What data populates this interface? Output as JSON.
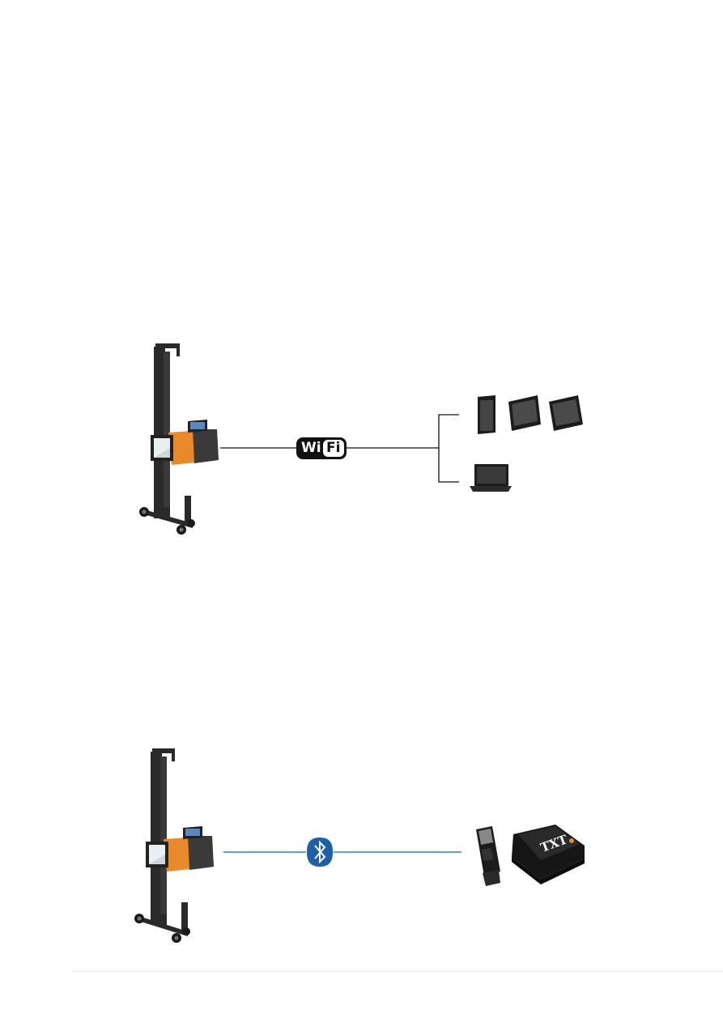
{
  "diagram": {
    "wifi_section": {
      "link_label_left": "Wi",
      "link_label_right": "Fi",
      "link_color": "#111111",
      "targets": [
        "tablet",
        "tablet",
        "tablet",
        "laptop"
      ]
    },
    "bluetooth_section": {
      "link_color": "#1f5fa8",
      "bluetooth_badge_color": "#1f5fa8",
      "device_logo": "TXT",
      "targets": [
        "vci-dongle",
        "diagnostic-box"
      ]
    },
    "device": {
      "body_color": "#e8892b",
      "dark_color": "#2b2b2b"
    }
  }
}
